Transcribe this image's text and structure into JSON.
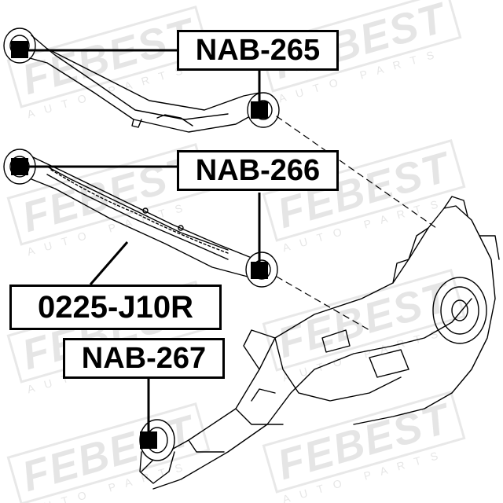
{
  "watermark": {
    "brand": "FEBEST",
    "tagline": "AUTO PARTS"
  },
  "callouts": [
    {
      "id": "upper-arm-bushing",
      "part_number": "NAB-265"
    },
    {
      "id": "lower-arm-bushing",
      "part_number": "NAB-266"
    },
    {
      "id": "lower-arm",
      "part_number": "0225-J10R"
    },
    {
      "id": "subframe-bushing",
      "part_number": "NAB-267"
    }
  ],
  "colors": {
    "line": "#000000",
    "watermark": "#e6e6e6",
    "background": "#ffffff"
  },
  "icons": [
    "bushing-marker-icon"
  ]
}
